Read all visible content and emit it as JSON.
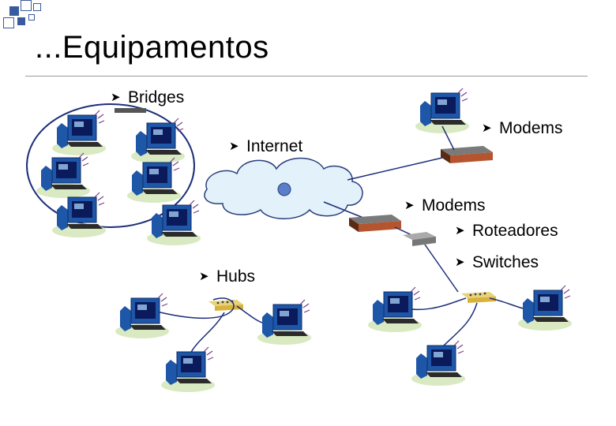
{
  "slide": {
    "title": "...Equipamentos",
    "bullet_icon": "arrowhead-bullet",
    "labels": {
      "bridges": "Bridges",
      "internet": "Internet",
      "modems_top": "Modems",
      "modems_mid": "Modems",
      "roteadores": "Roteadores",
      "switches": "Switches",
      "hubs": "Hubs"
    }
  },
  "colors": {
    "accent": "#3a5a9e",
    "monitor_body": "#1e56a8",
    "screen": "#0b1a5a",
    "cloud": "#e3f1fb",
    "cable": "#1c2e7a",
    "hub": "#d8b23a",
    "device": "#b4552f"
  }
}
